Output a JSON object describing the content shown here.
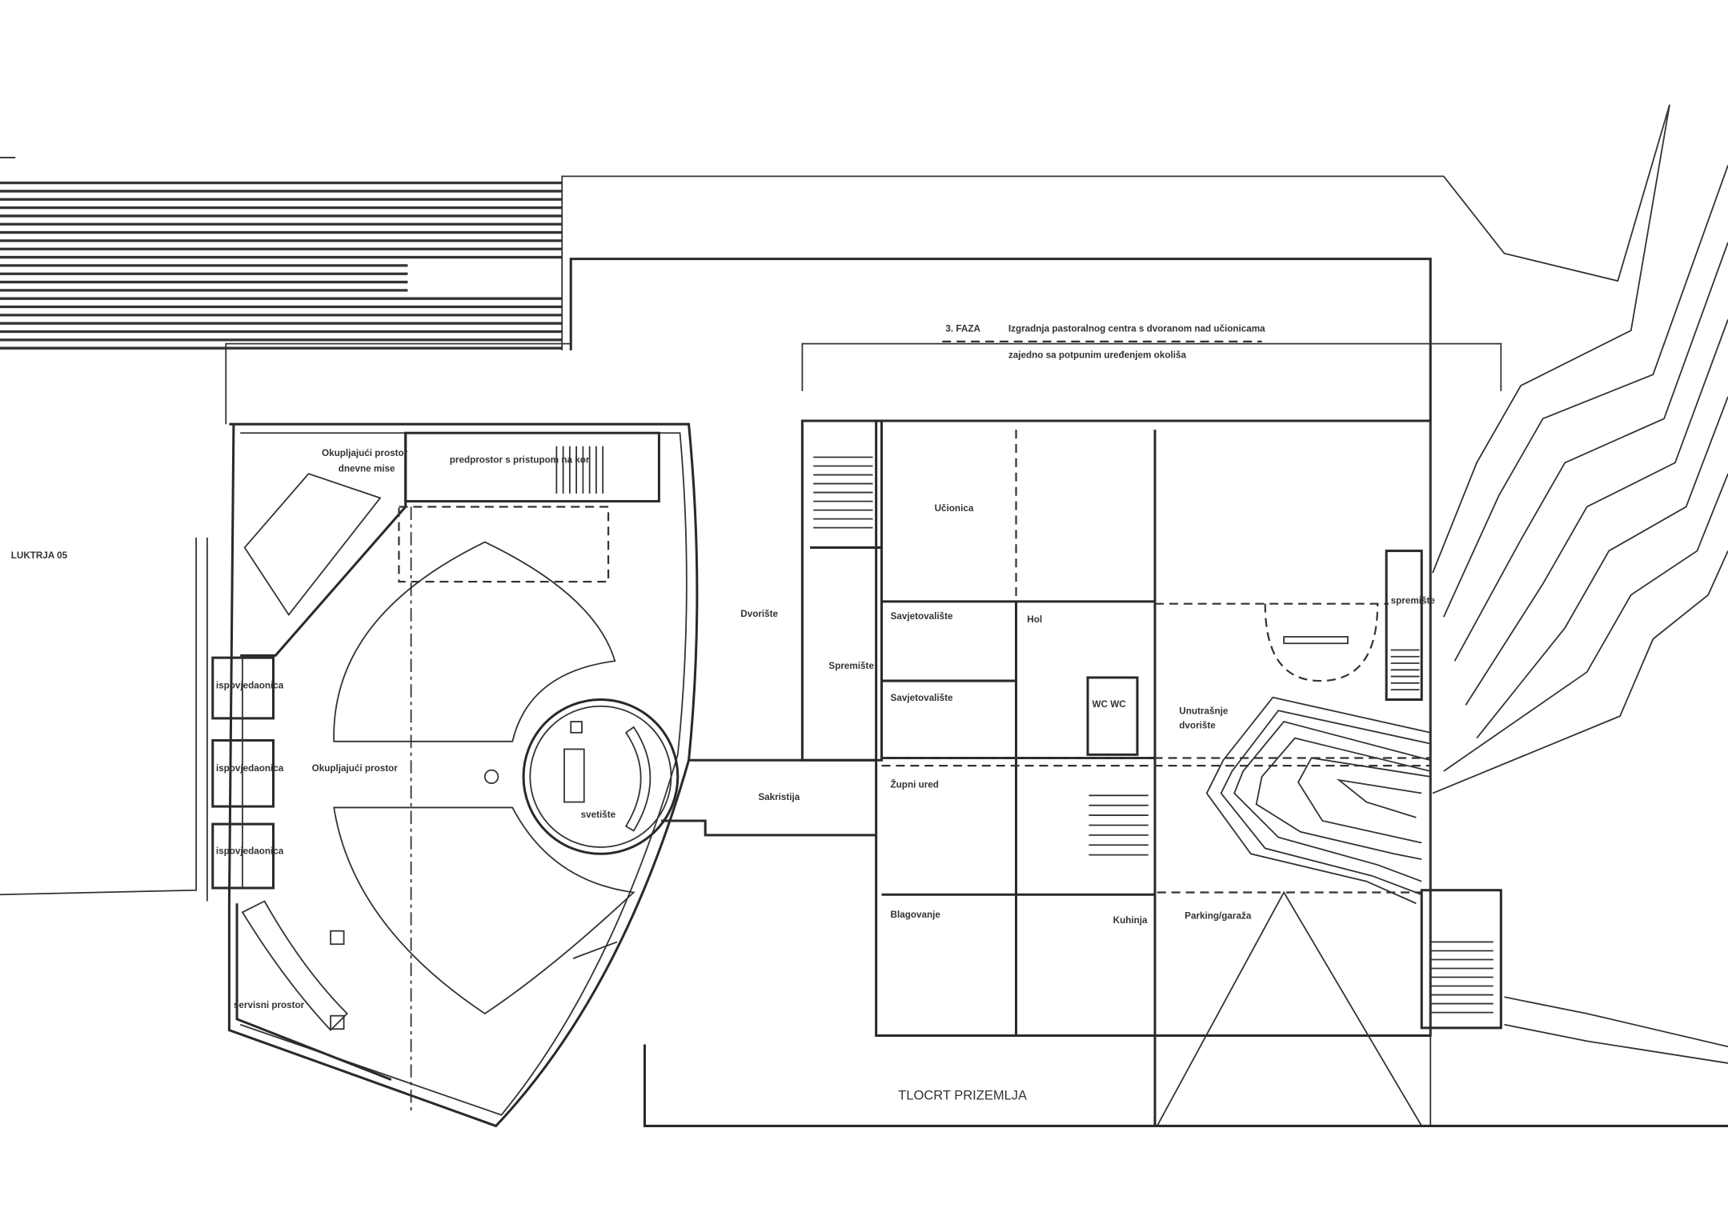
{
  "title": "TLOCRT PRIZEMLJA",
  "phase": {
    "number": "3. FAZA",
    "line1": "Izgradnja pastoralnog centra s dvoranom nad učionicama",
    "line2": "zajedno sa potpunim uređenjem okoliša"
  },
  "side_note": "LUKTRJA 05",
  "rooms": {
    "gathering_small_1": "Okupljajući prostor",
    "gathering_small_2": "dnevne mise",
    "vestibule": "predprostor s pristupom na kor",
    "main_space": "Okupljajući prostor",
    "sanctuary": "svetište",
    "confessional_1": "ispovjedaonica",
    "confessional_2": "ispovjedaonica",
    "confessional_3": "ispovjedaonica",
    "service": "servisni prostor",
    "courtyard": "Dvorište",
    "sacristy": "Sakristija",
    "storage": "Spremište",
    "classroom": "Učionica",
    "counseling_1": "Savjetovalište",
    "counseling_2": "Savjetovalište",
    "hall": "Hol",
    "wc": "WC WC",
    "parish_office": "Župni ured",
    "dining": "Blagovanje",
    "kitchen": "Kuhinja",
    "inner_courtyard_1": "Unutrašnje",
    "inner_courtyard_2": "dvorište",
    "parking": "Parking/garaža",
    "storage_right": "spremište"
  }
}
